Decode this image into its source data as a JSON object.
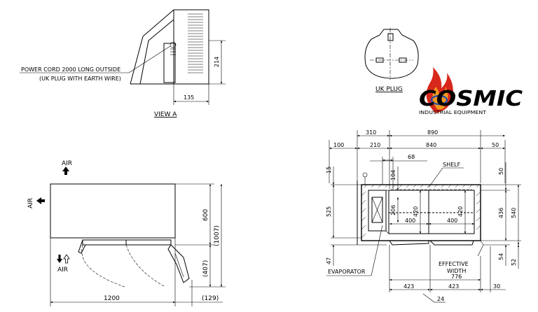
{
  "labels": {
    "power_cord": "POWER CORD 2000 LONG OUTSIDE",
    "uk_plug_note": "(UK PLUG WITH EARTH WIRE)",
    "view_a": "VIEW A",
    "uk_plug": "UK PLUG",
    "air_top": "AIR",
    "air_left": "AIR",
    "air_bottom": "AIR",
    "shelf": "SHELF",
    "evaporator": "EVAPORATOR",
    "effective": "EFFECTIVE",
    "width_word": "WIDTH",
    "effective_width": "776"
  },
  "logo": {
    "text": "COSMIC",
    "subtitle": "INDUSTRIAL EQUIPMENT",
    "colors": {
      "flame_red": "#d8281c",
      "flame_orange": "#f39a1e",
      "flame_blue": "#2a4fa8"
    }
  },
  "dims": {
    "view_a_height": "214",
    "view_a_width": "135",
    "plan_width": "1200",
    "plan_depth": "600",
    "plan_total_depth": "(1007)",
    "door_swing": "(407)",
    "door_offset": "(129)",
    "top_310": "310",
    "top_890": "890",
    "top_100": "100",
    "top_210": "210",
    "top_840": "840",
    "top_50": "50",
    "top_68": "68",
    "dim_104": "104",
    "dim_206": "206",
    "inner_420_left": "420",
    "inner_420_right": "420",
    "inner_400_left": "400",
    "inner_400_right": "400",
    "left_15": "15",
    "left_525": "525",
    "left_47": "47",
    "right_50": "50",
    "right_436": "436",
    "right_540": "540",
    "right_54": "54",
    "right_52": "52",
    "bot_423_left": "423",
    "bot_423_right": "423",
    "bot_30": "30",
    "bot_24": "24"
  }
}
